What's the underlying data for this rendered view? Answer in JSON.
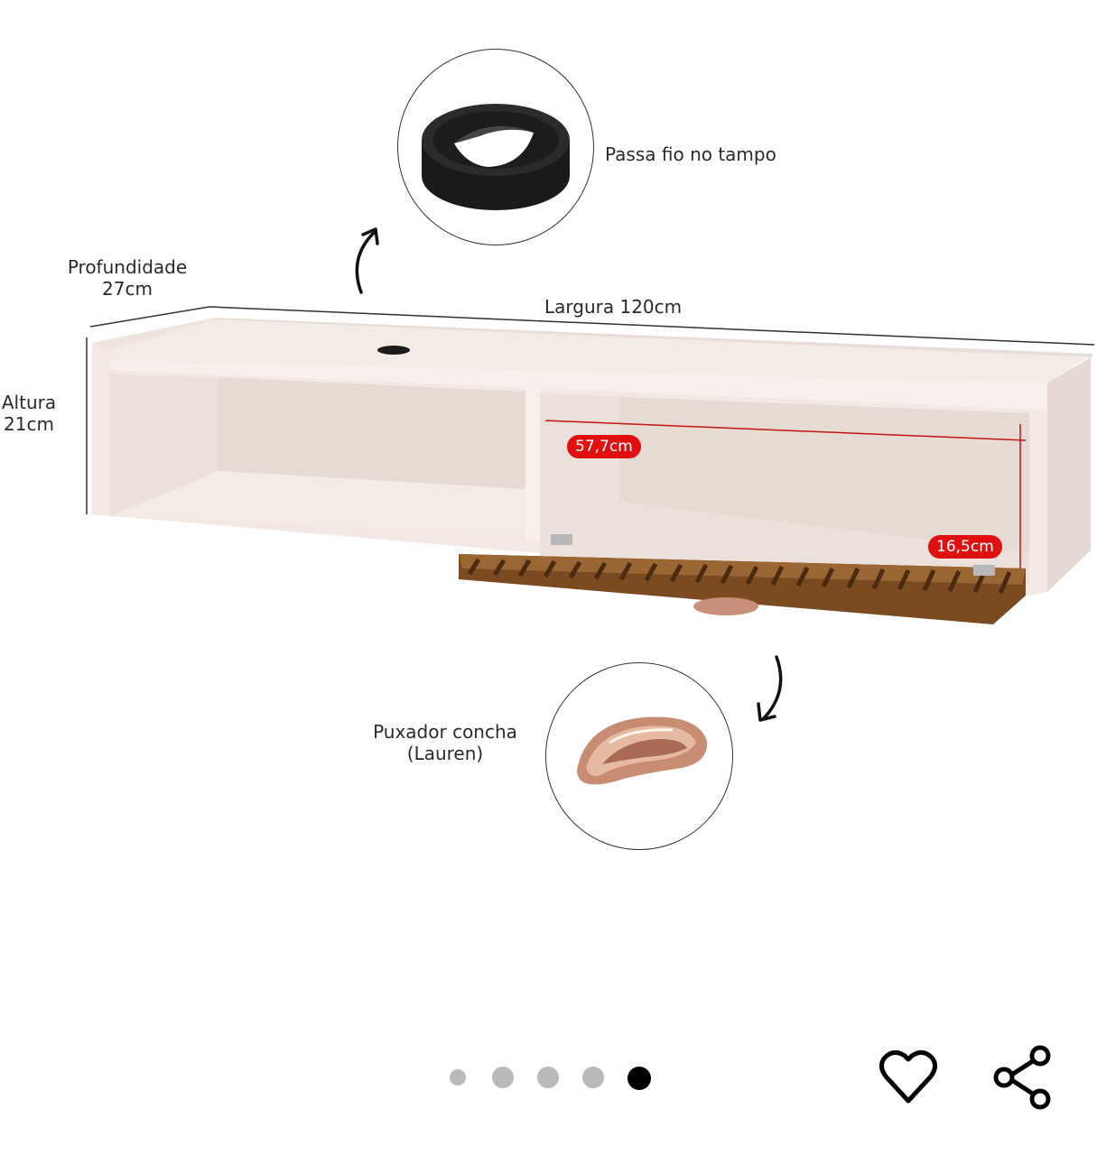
{
  "labels": {
    "cable_grommet": "Passa fio no tampo",
    "depth_title": "Profundidade",
    "depth_value": "27cm",
    "width": "Largura 120cm",
    "height_title": "Altura",
    "height_value": "21cm",
    "inner_width": "57,7cm",
    "inner_height": "16,5cm",
    "handle_line1": "Puxador concha",
    "handle_line2": "(Lauren)"
  },
  "carousel": {
    "total": 5,
    "active_index": 4
  },
  "actions": {
    "favorite_icon": "heart-icon",
    "share_icon": "share-icon"
  },
  "colors": {
    "accent_red": "#e01010",
    "cabinet": "#f2e6e1",
    "wood": "#8a5a2b"
  }
}
